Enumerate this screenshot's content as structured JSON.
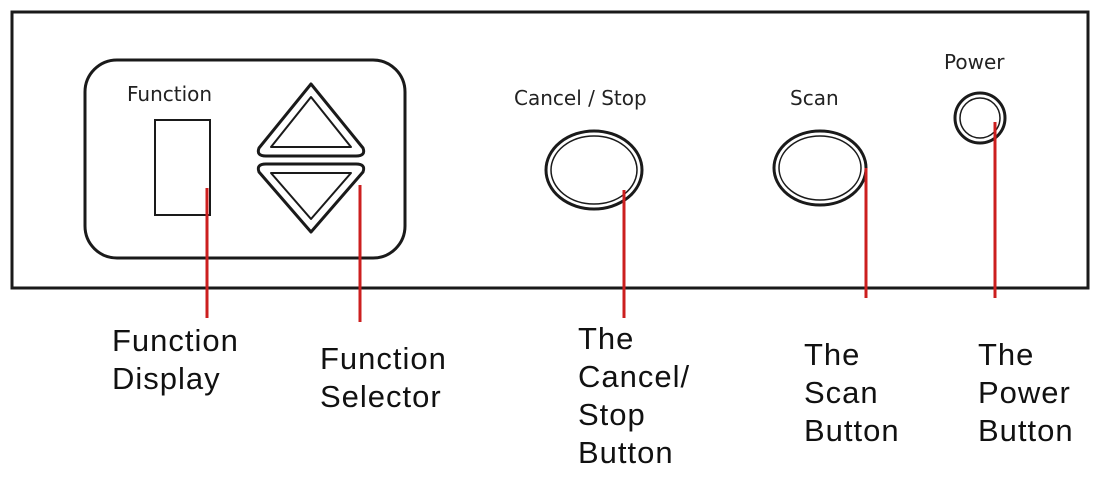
{
  "panel": {
    "function_label": "Function",
    "cancel_stop_label": "Cancel / Stop",
    "scan_label": "Scan",
    "power_label": "Power"
  },
  "callouts": {
    "function_display": [
      "Function",
      "Display"
    ],
    "function_selector": [
      "Function",
      "Selector"
    ],
    "cancel_stop_button": [
      "The",
      "Cancel/",
      "Stop",
      "Button"
    ],
    "scan_button": [
      "The",
      "Scan",
      "Button"
    ],
    "power_button": [
      "The",
      "Power",
      "Button"
    ]
  },
  "colors": {
    "outline": "#1a1a1a",
    "leader_line": "#cc1f1f"
  }
}
